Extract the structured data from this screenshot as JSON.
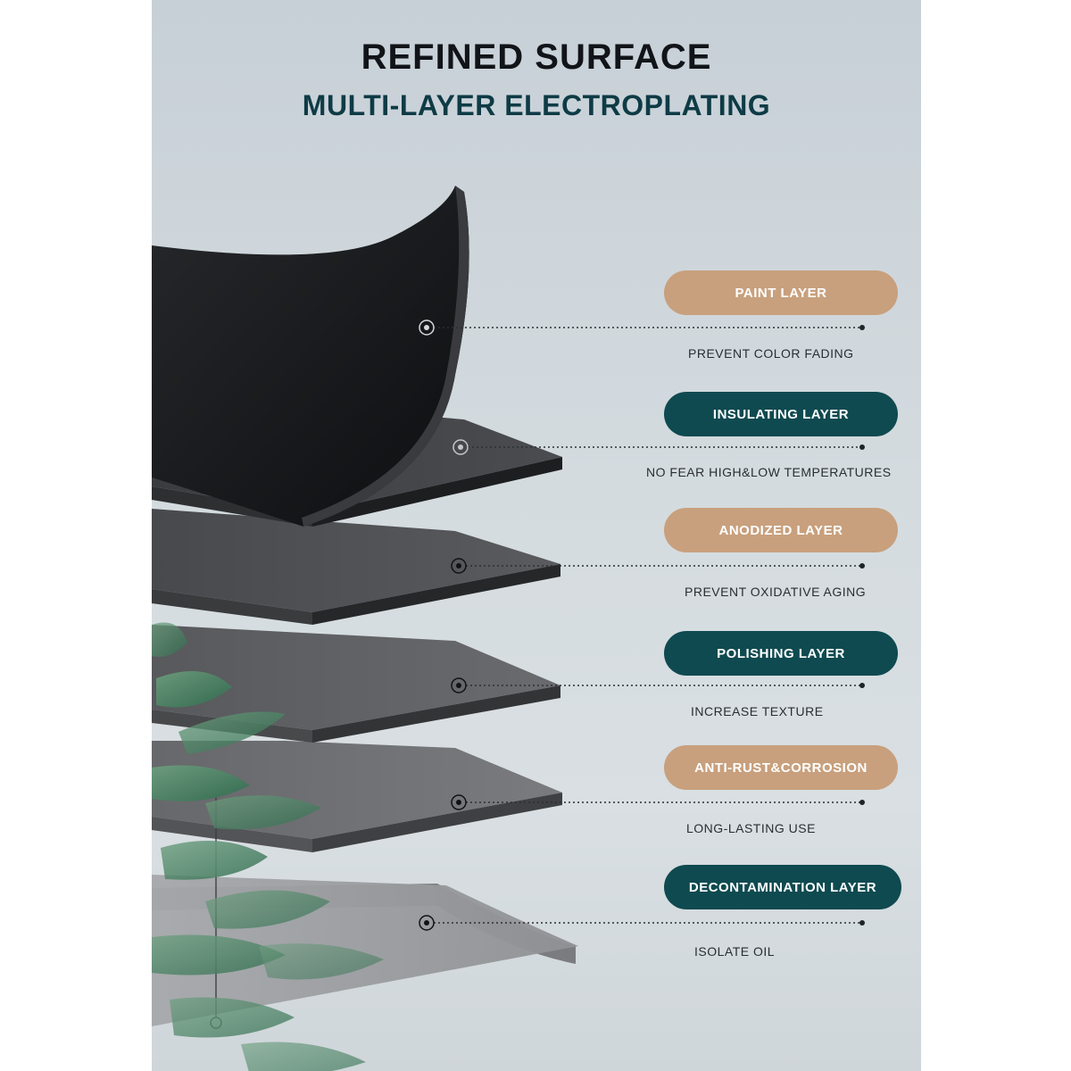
{
  "header": {
    "title": "REFINED SURFACE",
    "subtitle": "MULTI-LAYER ELECTROPLATING"
  },
  "layers": [
    {
      "label": "PAINT LAYER",
      "description": "PREVENT COLOR FADING",
      "style": "tan"
    },
    {
      "label": "INSULATING LAYER",
      "description": "NO FEAR HIGH&LOW TEMPERATURES",
      "style": "teal"
    },
    {
      "label": "ANODIZED LAYER",
      "description": "PREVENT OXIDATIVE AGING",
      "style": "tan"
    },
    {
      "label": "POLISHING LAYER",
      "description": "INCREASE TEXTURE",
      "style": "teal"
    },
    {
      "label": "ANTI-RUST&CORROSION",
      "description": "LONG-LASTING USE",
      "style": "tan"
    },
    {
      "label": "DECONTAMINATION LAYER",
      "description": "ISOLATE OIL",
      "style": "teal"
    }
  ],
  "colors": {
    "tan": "#c8a07d",
    "teal": "#0f4a50",
    "title": "#111418",
    "subtitle": "#0e3b45"
  },
  "icons": {
    "layer_marker": "target-dot-icon",
    "leaf": "leaf-icon"
  }
}
